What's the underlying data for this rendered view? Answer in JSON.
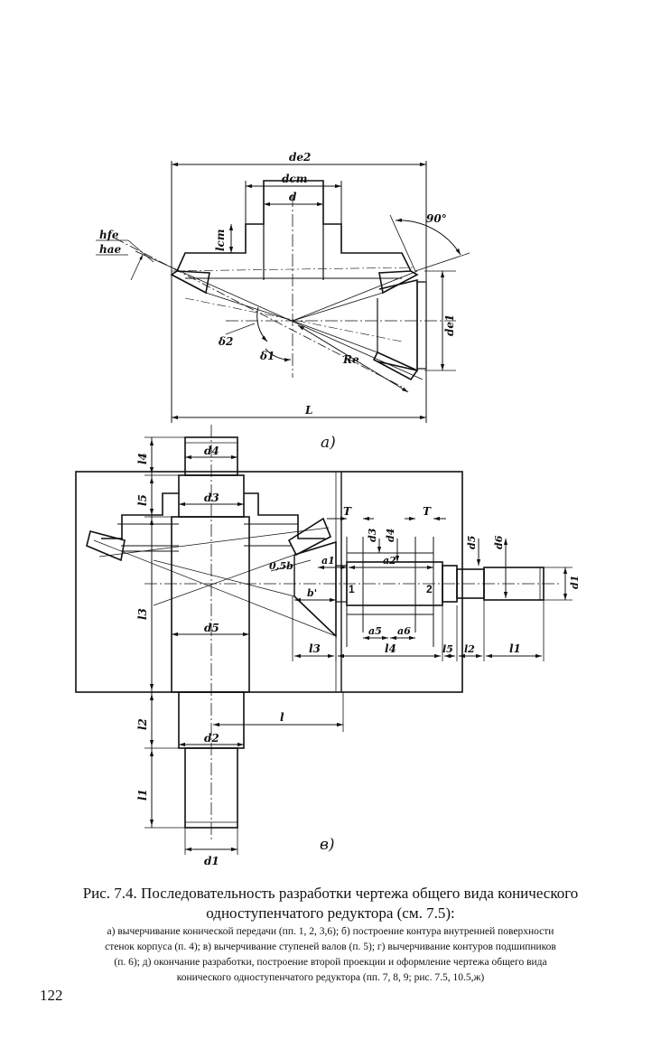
{
  "figure_a": {
    "label": "а)",
    "dims": {
      "de2": "de2",
      "dcm": "dcm",
      "d": "d",
      "lcm": "lcm",
      "angle90": "90°",
      "hfe": "hfe",
      "hae": "hae",
      "de1": "de1",
      "delta2": "δ2",
      "delta1": "δ1",
      "Re": "Re",
      "L": "L"
    }
  },
  "figure_b": {
    "label": "в)",
    "dims": {
      "d4": "d4",
      "d3": "d3",
      "d5": "d5",
      "d2": "d2",
      "d1": "d1",
      "l4": "l4",
      "l5": "l5",
      "l3": "l3",
      "l2": "l2",
      "l1": "l1",
      "l": "l",
      "T1": "T",
      "T2": "T",
      "d3s": "d3",
      "d4s": "d4",
      "d5s": "d5",
      "d6s": "d6",
      "d1s": "d1",
      "a05b": "0,5b",
      "a1": "a1",
      "a2": "a2",
      "bprime": "b'",
      "p1": "1",
      "p2": "2",
      "a5": "a5",
      "a6": "a6",
      "sl3": "l3",
      "sl4": "l4",
      "sl5": "l5",
      "sl2": "l2",
      "sl1": "l1"
    }
  },
  "caption": {
    "title_line1": "Рис. 7.4. Последовательность разработки чертежа общего вида конического",
    "title_line2": "одноступенчатого редуктора (см. 7.5):",
    "sub_line1": "а) вычерчивание конической передачи (пп. 1, 2, 3,6); б) построение контура внутренней поверхности",
    "sub_line2": "стенок корпуса (п. 4); в) вычерчивание ступеней валов (п. 5); г) вычерчивание контуров подшипников",
    "sub_line3": "(п. 6); д) окончание разработки, построение второй проекции и оформление чертежа общего вида",
    "sub_line4": "конического одноступенчатого редуктора (пп. 7, 8, 9; рис. 7.5, 10.5,ж)"
  },
  "page_number": "122"
}
